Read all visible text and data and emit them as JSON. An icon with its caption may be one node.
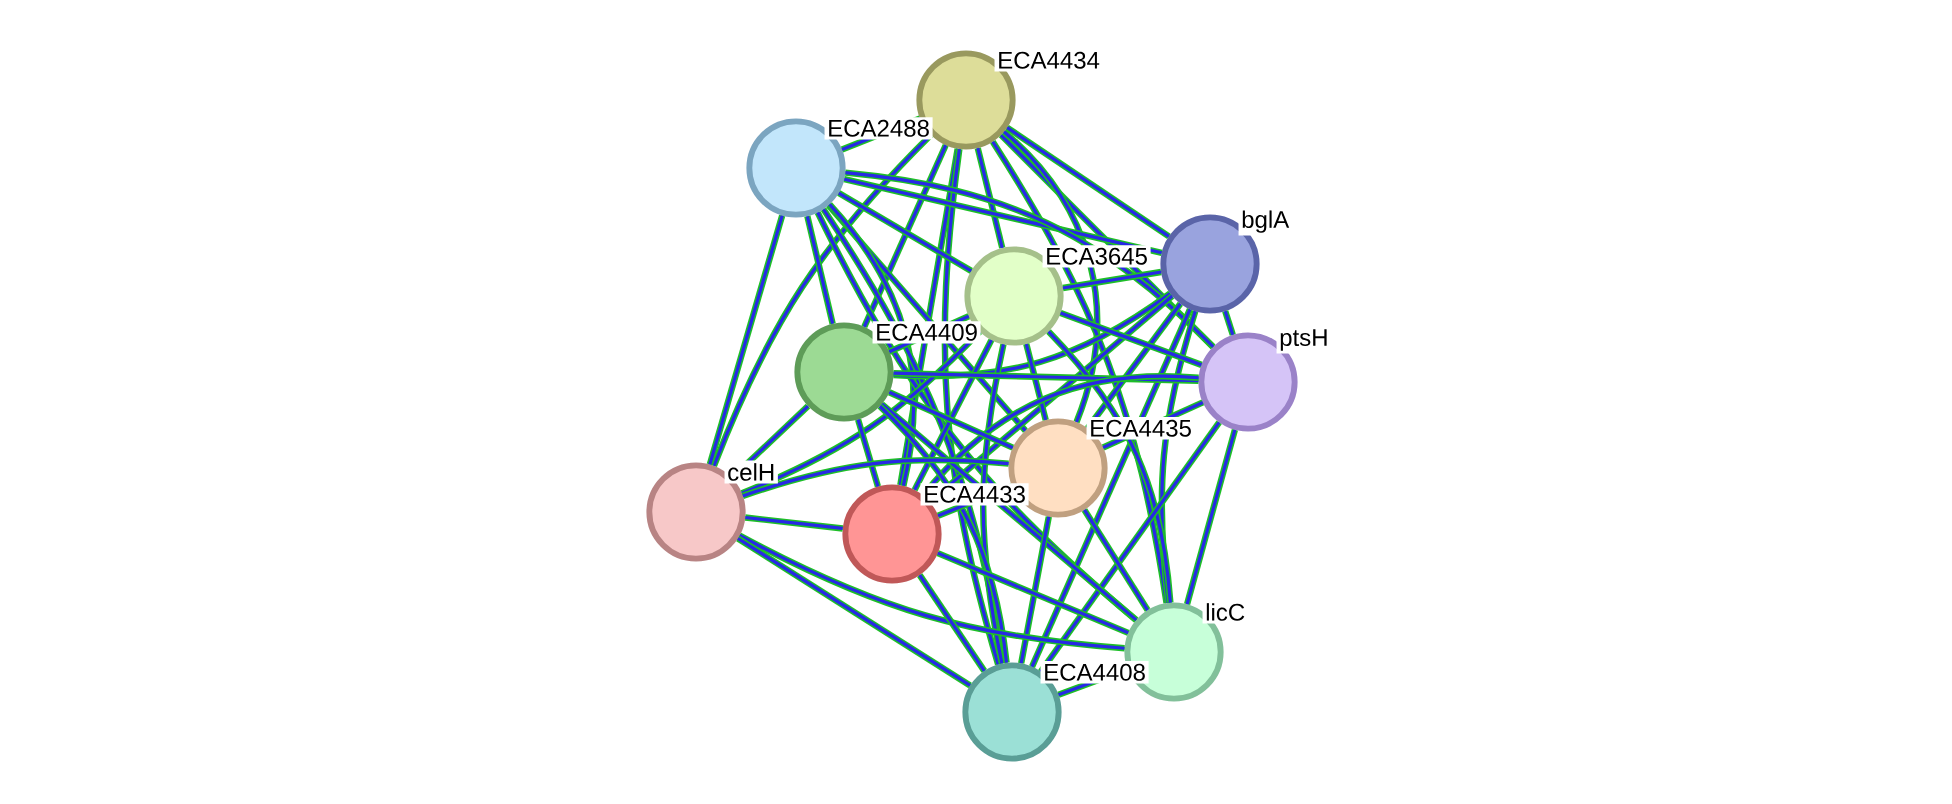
{
  "diagram": {
    "nodes": [
      {
        "text": [],
        "shape": "circle",
        "beside": [
          "ECA4434"
        ]
      },
      {
        "text": [],
        "shape": "circle",
        "beside": [
          "ECA2488"
        ]
      },
      {
        "text": [],
        "shape": "circle",
        "beside": [
          "bglA"
        ]
      },
      {
        "text": [],
        "shape": "circle",
        "beside": [
          "ECA3645"
        ]
      },
      {
        "text": [],
        "shape": "circle",
        "beside": [
          "ptsH"
        ]
      },
      {
        "text": [],
        "shape": "circle",
        "beside": [
          "ECA4409"
        ]
      },
      {
        "text": [],
        "shape": "circle",
        "beside": [
          "ECA4435"
        ]
      },
      {
        "text": [],
        "shape": "circle",
        "beside": [
          "celH"
        ]
      },
      {
        "text": [],
        "shape": "circle",
        "beside": [
          "ECA4433"
        ]
      },
      {
        "text": [],
        "shape": "circle",
        "beside": [
          "licC"
        ]
      },
      {
        "text": [],
        "shape": "circle",
        "beside": [
          "ECA4408"
        ]
      }
    ],
    "edges": [
      {
        "from": 0,
        "to": 1,
        "arrow": "none"
      },
      {
        "from": 0,
        "to": 2,
        "arrow": "none"
      },
      {
        "from": 0,
        "to": 3,
        "arrow": "none"
      },
      {
        "from": 0,
        "to": 4,
        "arrow": "none"
      },
      {
        "from": 0,
        "to": 5,
        "arrow": "none"
      },
      {
        "from": 0,
        "to": 6,
        "arrow": "none"
      },
      {
        "from": 0,
        "to": 7,
        "arrow": "none"
      },
      {
        "from": 0,
        "to": 8,
        "arrow": "none"
      },
      {
        "from": 0,
        "to": 9,
        "arrow": "none"
      },
      {
        "from": 0,
        "to": 10,
        "arrow": "none"
      },
      {
        "from": 1,
        "to": 2,
        "arrow": "none"
      },
      {
        "from": 1,
        "to": 3,
        "arrow": "none"
      },
      {
        "from": 1,
        "to": 4,
        "arrow": "none"
      },
      {
        "from": 1,
        "to": 5,
        "arrow": "none"
      },
      {
        "from": 1,
        "to": 6,
        "arrow": "none"
      },
      {
        "from": 1,
        "to": 7,
        "arrow": "none"
      },
      {
        "from": 1,
        "to": 8,
        "arrow": "none"
      },
      {
        "from": 1,
        "to": 9,
        "arrow": "none"
      },
      {
        "from": 1,
        "to": 10,
        "arrow": "none"
      },
      {
        "from": 2,
        "to": 3,
        "arrow": "none"
      },
      {
        "from": 2,
        "to": 4,
        "arrow": "none"
      },
      {
        "from": 2,
        "to": 5,
        "arrow": "none"
      },
      {
        "from": 2,
        "to": 6,
        "arrow": "none"
      },
      {
        "from": 2,
        "to": 8,
        "arrow": "none"
      },
      {
        "from": 2,
        "to": 9,
        "arrow": "none"
      },
      {
        "from": 2,
        "to": 10,
        "arrow": "none"
      },
      {
        "from": 3,
        "to": 4,
        "arrow": "none"
      },
      {
        "from": 3,
        "to": 5,
        "arrow": "none"
      },
      {
        "from": 3,
        "to": 6,
        "arrow": "none"
      },
      {
        "from": 3,
        "to": 7,
        "arrow": "none"
      },
      {
        "from": 3,
        "to": 8,
        "arrow": "none"
      },
      {
        "from": 3,
        "to": 9,
        "arrow": "none"
      },
      {
        "from": 3,
        "to": 10,
        "arrow": "none"
      },
      {
        "from": 4,
        "to": 5,
        "arrow": "none"
      },
      {
        "from": 4,
        "to": 6,
        "arrow": "none"
      },
      {
        "from": 4,
        "to": 8,
        "arrow": "none"
      },
      {
        "from": 4,
        "to": 9,
        "arrow": "none"
      },
      {
        "from": 4,
        "to": 10,
        "arrow": "none"
      },
      {
        "from": 5,
        "to": 6,
        "arrow": "none"
      },
      {
        "from": 5,
        "to": 7,
        "arrow": "none"
      },
      {
        "from": 5,
        "to": 8,
        "arrow": "none"
      },
      {
        "from": 5,
        "to": 9,
        "arrow": "none"
      },
      {
        "from": 5,
        "to": 10,
        "arrow": "none"
      },
      {
        "from": 6,
        "to": 7,
        "arrow": "none"
      },
      {
        "from": 6,
        "to": 8,
        "arrow": "none"
      },
      {
        "from": 6,
        "to": 9,
        "arrow": "none"
      },
      {
        "from": 6,
        "to": 10,
        "arrow": "none"
      },
      {
        "from": 7,
        "to": 8,
        "arrow": "none"
      },
      {
        "from": 7,
        "to": 9,
        "arrow": "none"
      },
      {
        "from": 7,
        "to": 10,
        "arrow": "none"
      },
      {
        "from": 8,
        "to": 9,
        "arrow": "none"
      },
      {
        "from": 8,
        "to": 10,
        "arrow": "none"
      },
      {
        "from": 9,
        "to": 10,
        "arrow": "none"
      }
    ]
  }
}
